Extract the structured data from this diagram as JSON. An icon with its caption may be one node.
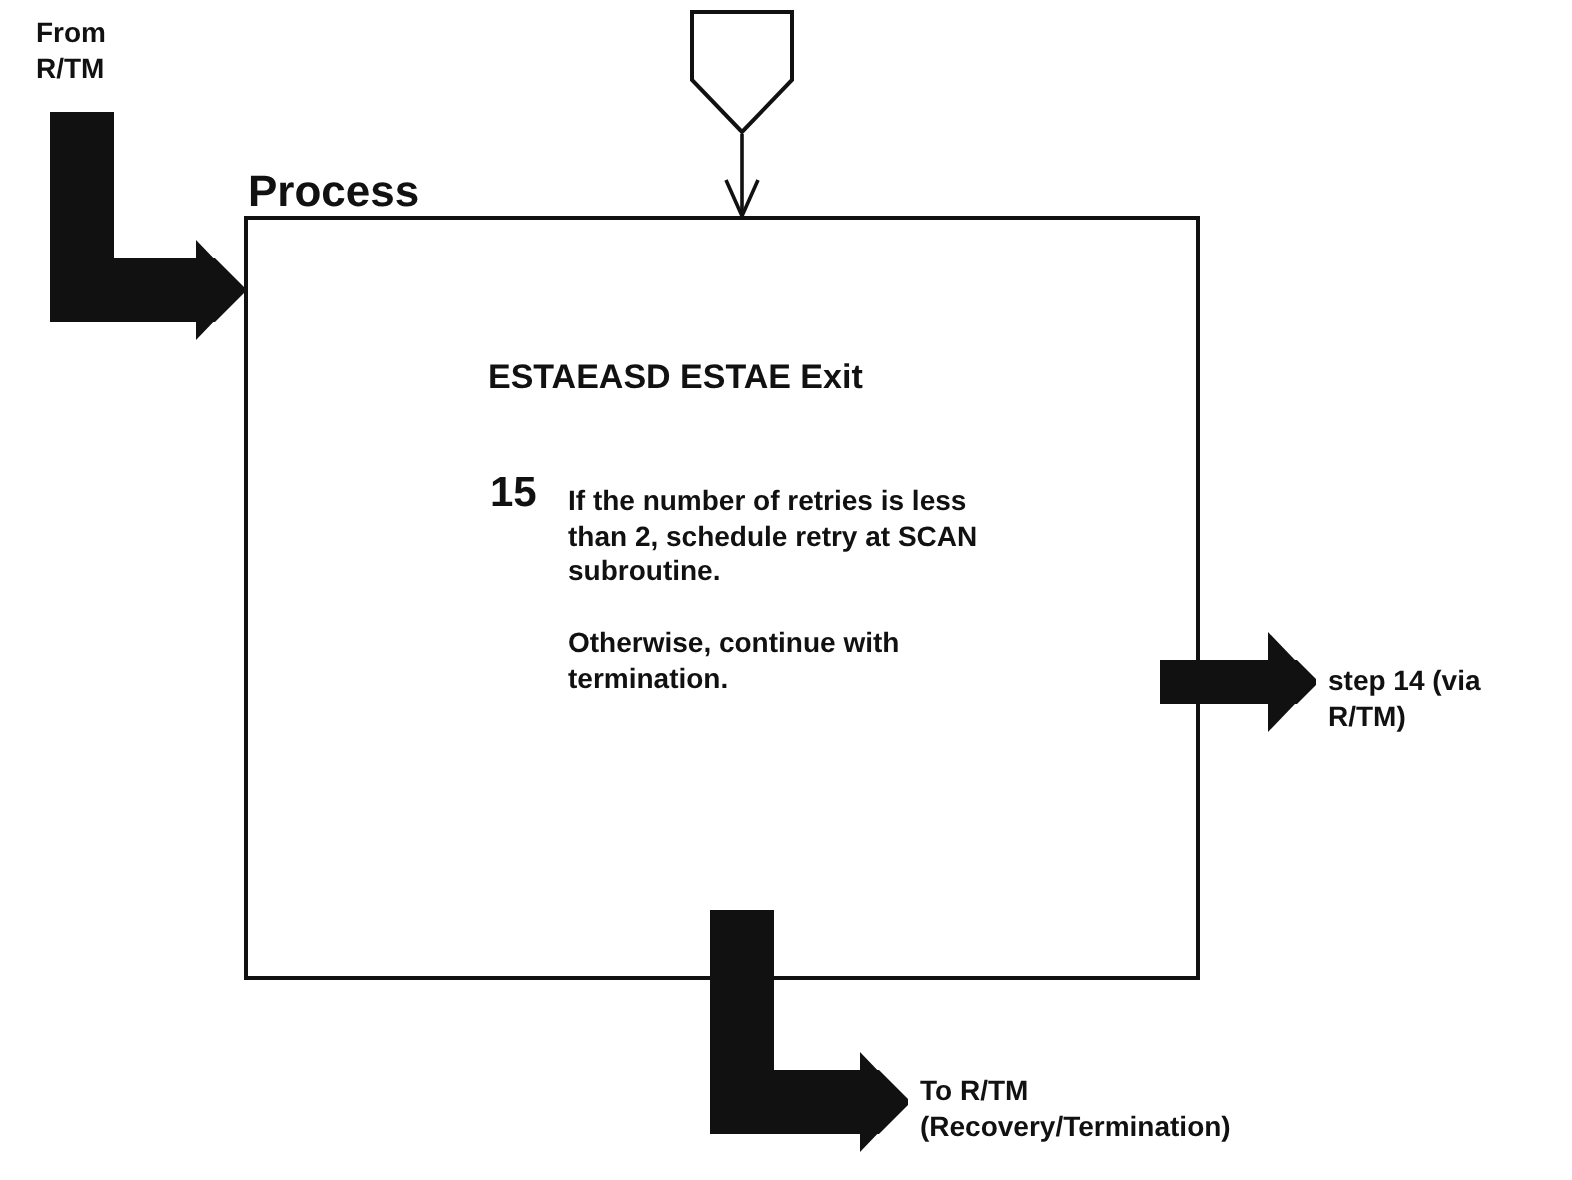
{
  "diagram": {
    "nodes": [
      {
        "text": [
          "From R/TM"
        ]
      },
      {
        "text": [
          "Process",
          "ESTAEASD ESTAE Exit",
          "15",
          "If the number of retries is less than 2, schedule retry at SCAN subroutine.",
          "Otherwise, continue with termination."
        ]
      },
      {
        "text": [],
        "shape": "pentagon"
      },
      {
        "text": [
          "step 14 (via R/TM)"
        ]
      },
      {
        "text": [
          "To R/TM (Recovery/Termination)"
        ]
      }
    ],
    "edges": [
      {
        "from": 0,
        "to": 1,
        "arrow": "to"
      },
      {
        "from": 2,
        "to": 1,
        "arrow": "to"
      },
      {
        "from": 1,
        "to": 3,
        "arrow": "to"
      },
      {
        "from": 1,
        "to": 4,
        "arrow": "to"
      }
    ]
  }
}
